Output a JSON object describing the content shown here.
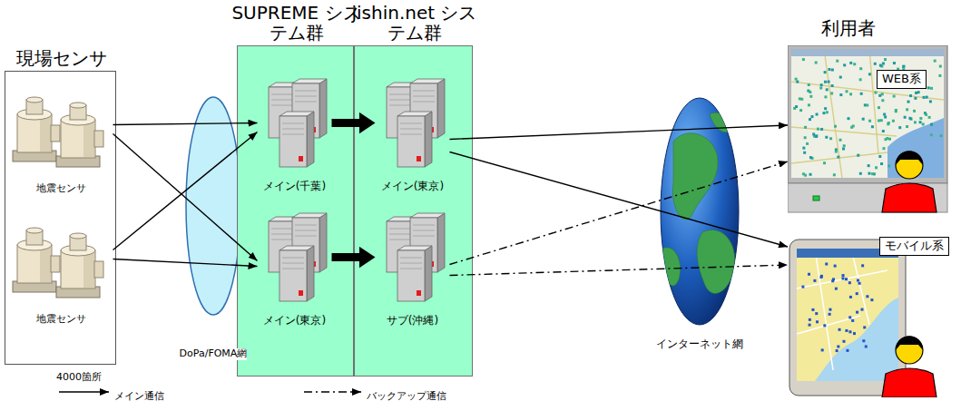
{
  "diagram": {
    "nodes": [
      {
        "text": [
          "現場センサ"
        ]
      },
      {
        "text": [
          "地震センサ"
        ],
        "in": 0
      },
      {
        "text": [
          "地震センサ"
        ],
        "in": 0
      },
      {
        "text": [
          "DoPa/FOMA網"
        ]
      },
      {
        "text": [
          "SUPREME システム群"
        ]
      },
      {
        "text": [
          "メイン(千葉)"
        ],
        "in": 4
      },
      {
        "text": [
          "メイン(東京)"
        ],
        "in": 4
      },
      {
        "text": [
          "jishin.net システム群"
        ]
      },
      {
        "text": [
          "メイン(東京)"
        ],
        "in": 7
      },
      {
        "text": [
          "サブ(沖縄)"
        ],
        "in": 7
      },
      {
        "text": [
          "インターネット網"
        ]
      },
      {
        "text": [
          "WEB系"
        ]
      },
      {
        "text": [
          "モバイル系"
        ]
      }
    ],
    "edges": [
      {
        "from": 1,
        "to": 5,
        "arrow": "to"
      },
      {
        "from": 1,
        "to": 6,
        "arrow": "to"
      },
      {
        "from": 2,
        "to": 5,
        "arrow": "to"
      },
      {
        "from": 2,
        "to": 6,
        "arrow": "to"
      },
      {
        "from": 5,
        "to": 8,
        "arrow": "to"
      },
      {
        "from": 6,
        "to": 9,
        "arrow": "to"
      },
      {
        "from": 8,
        "to": 11,
        "arrow": "to"
      },
      {
        "from": 8,
        "to": 12,
        "arrow": "to"
      },
      {
        "from": 9,
        "to": 11,
        "arrow": "to"
      },
      {
        "from": 9,
        "to": 12,
        "arrow": "to"
      }
    ],
    "labels": [
      "利用者",
      "4000箇所"
    ],
    "legend": [
      {
        "text": "メイン通信"
      },
      {
        "text": "バックアップ通信"
      }
    ]
  }
}
